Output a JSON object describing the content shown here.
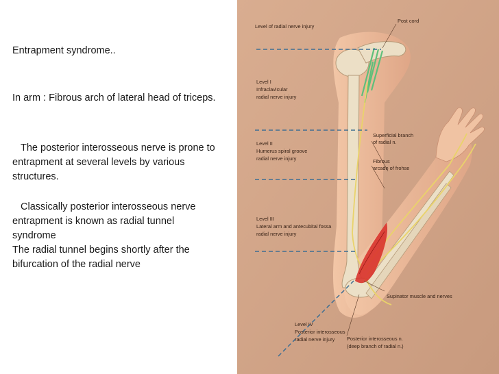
{
  "slide": {
    "paragraphs": [
      "Entrapment syndrome..",
      "In arm : Fibrous arch of lateral head of triceps.",
      "The posterior interosseous nerve is prone to entrapment at several levels by various structures.",
      "Classically posterior interosseous nerve entrapment is known as radial tunnel syndrome",
      "The radial tunnel begins shortly after the bifurcation of the radial nerve"
    ]
  },
  "illustration": {
    "labels": {
      "header": "Level of radial nerve injury",
      "post_cord": "Post cord",
      "level1_title": "Level I",
      "level1_desc1": "Infraclavicular",
      "level1_desc2": "radial nerve injury",
      "level2_title": "Level II",
      "level2_desc1": "Humerus spiral groove",
      "level2_desc2": "radial nerve injury",
      "level3_title": "Level III",
      "level3_desc1": "Lateral arm and antecubital fossa",
      "level3_desc2": "radial nerve injury",
      "level4_title": "Level IV",
      "level4_desc1": "Posterior interosseous",
      "level4_desc2": "radial nerve injury",
      "superficial1": "Superficial branch",
      "superficial2": "of radial n.",
      "fibrous1": "Fibrous",
      "fibrous2": "arcade of frohse",
      "supinator": "Supinator muscle and nerves",
      "pin1": "Posterior interosseous n.",
      "pin2": "(deep branch of radial n.)"
    },
    "colors": {
      "background": "#d2a68a",
      "skin": "#e8b89a",
      "bone": "#e9dcc2",
      "nerve": "#e9d36a",
      "cord": "#5fbf7a",
      "muscle": "#d8302a",
      "dashed_line": "#3f6f93"
    }
  }
}
